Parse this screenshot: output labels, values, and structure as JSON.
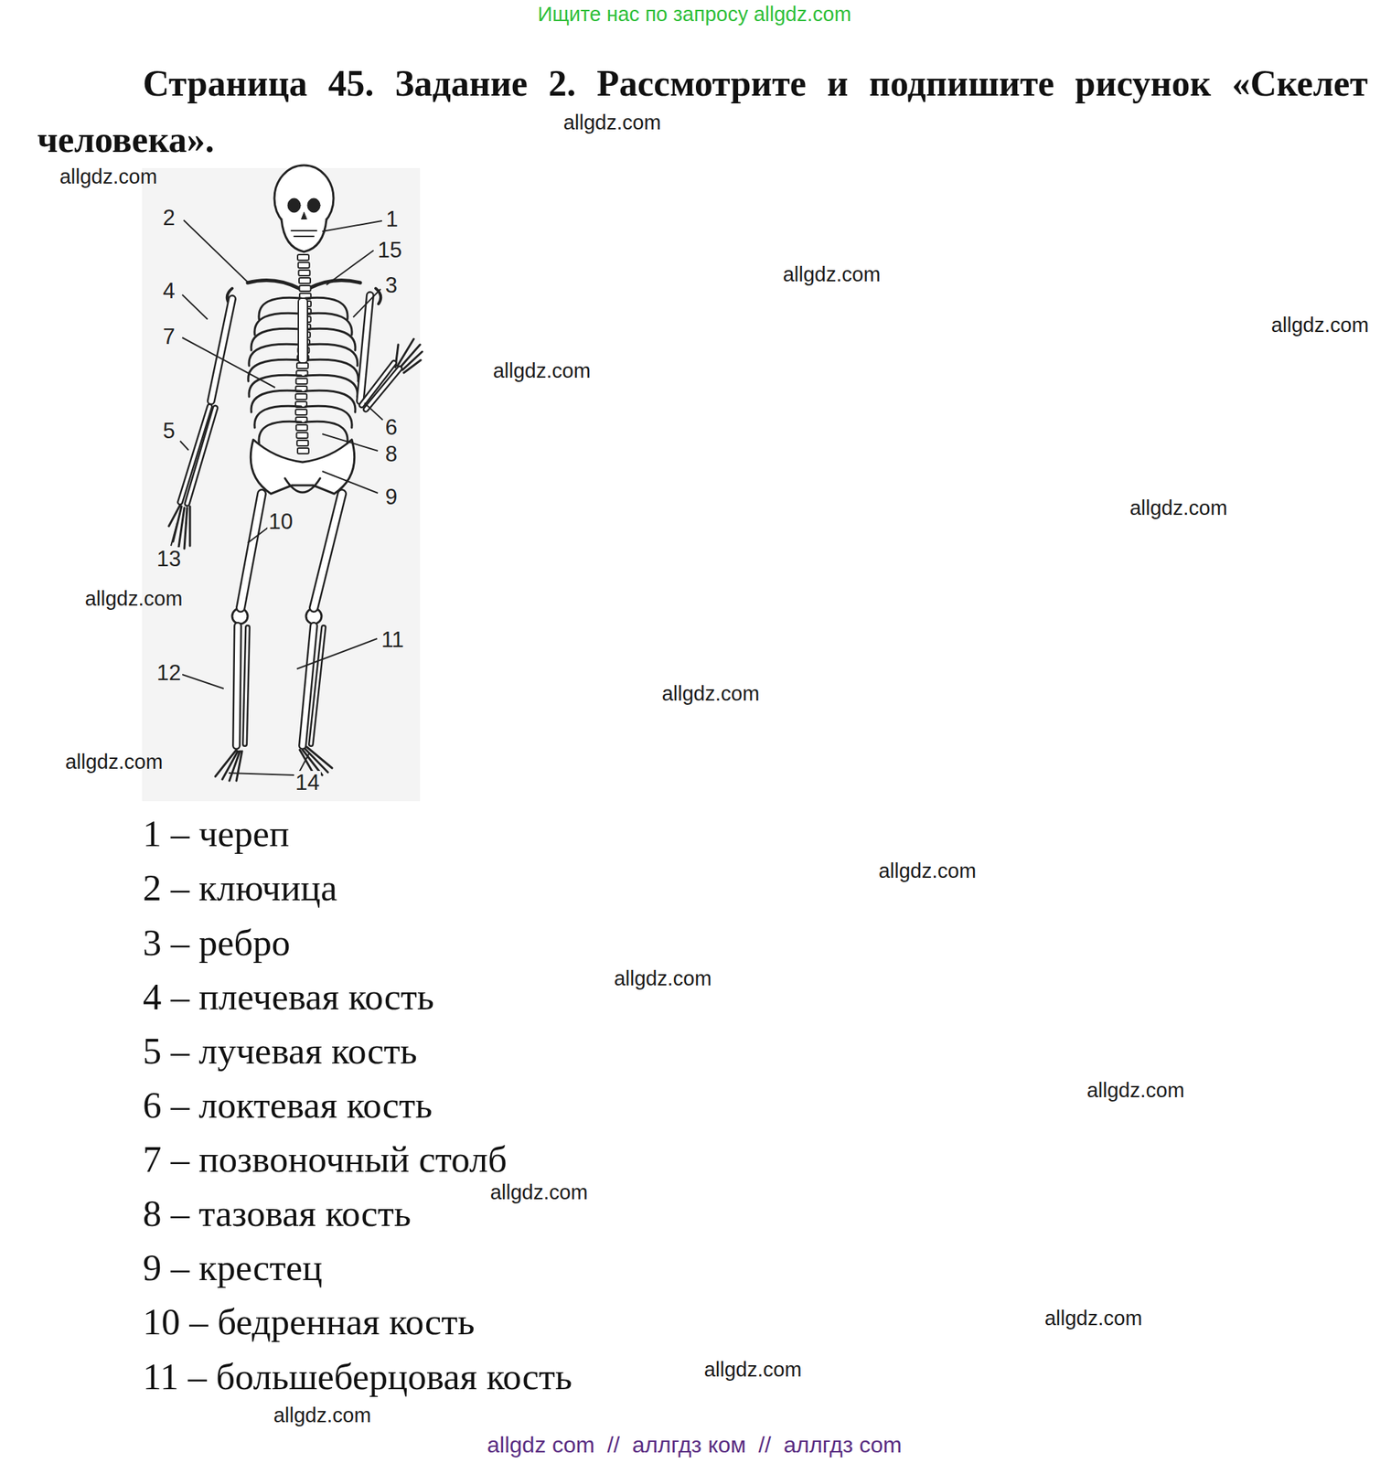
{
  "diagram": {
    "title": "Страница 45. Задание 2. Рассмотрите и подпишите рисунок «Скелет человека».",
    "labels": [
      "Ищите нас по запросу allgdz.com",
      "allgdz.com",
      "allgdz.com",
      "allgdz.com",
      "allgdz.com",
      "allgdz.com",
      "allgdz.com",
      "allgdz.com",
      "allgdz.com",
      "allgdz.com",
      "allgdz.com",
      "allgdz.com",
      "allgdz.com",
      "allgdz.com",
      "allgdz.com",
      "allgdz.com",
      "allgdz.com",
      "1",
      "2",
      "15",
      "4",
      "3",
      "7",
      "6",
      "5",
      "8",
      "9",
      "10",
      "13",
      "11",
      "12",
      "14",
      "1 – череп",
      "2 – ключица",
      "3 – ребро",
      "4 – плечевая кость",
      "5 – лучевая кость",
      "6 – локтевая кость",
      "7 – позвоночный столб",
      "8 – тазовая кость",
      "9 – крестец",
      "10 – бедренная кость",
      "11 – большеберцовая кость",
      "allgdz com  //  аллгдз ком  //  аллгдз com"
    ]
  }
}
